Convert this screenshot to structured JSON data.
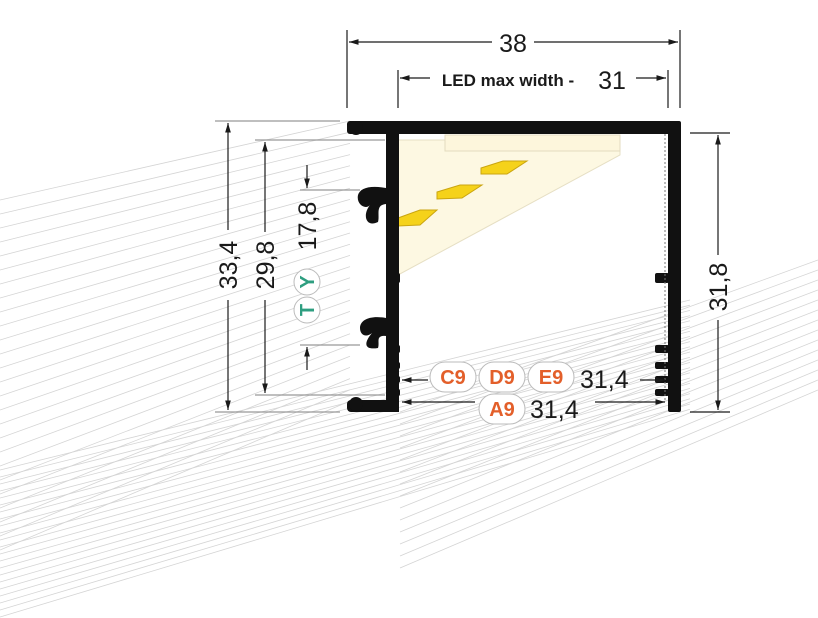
{
  "dimensions": {
    "width": "38",
    "led_label": "LED max width -",
    "led_value": "31",
    "height_outer": "33,4",
    "height_inner": "29,8",
    "height_slot": "17,8",
    "height_right": "31,8",
    "width_mid": "31,4",
    "width_bottom": "31,4"
  },
  "codes": {
    "teal": [
      "T",
      "Y"
    ],
    "orange_mid": [
      "C9",
      "D9",
      "E9"
    ],
    "orange_bottom": [
      "A9"
    ]
  },
  "colors": {
    "orange": "#e35f2a",
    "teal": "#2e9e80",
    "profile": "#111111",
    "led": "#f5d21a",
    "led_strip": "#fdf8e2"
  }
}
